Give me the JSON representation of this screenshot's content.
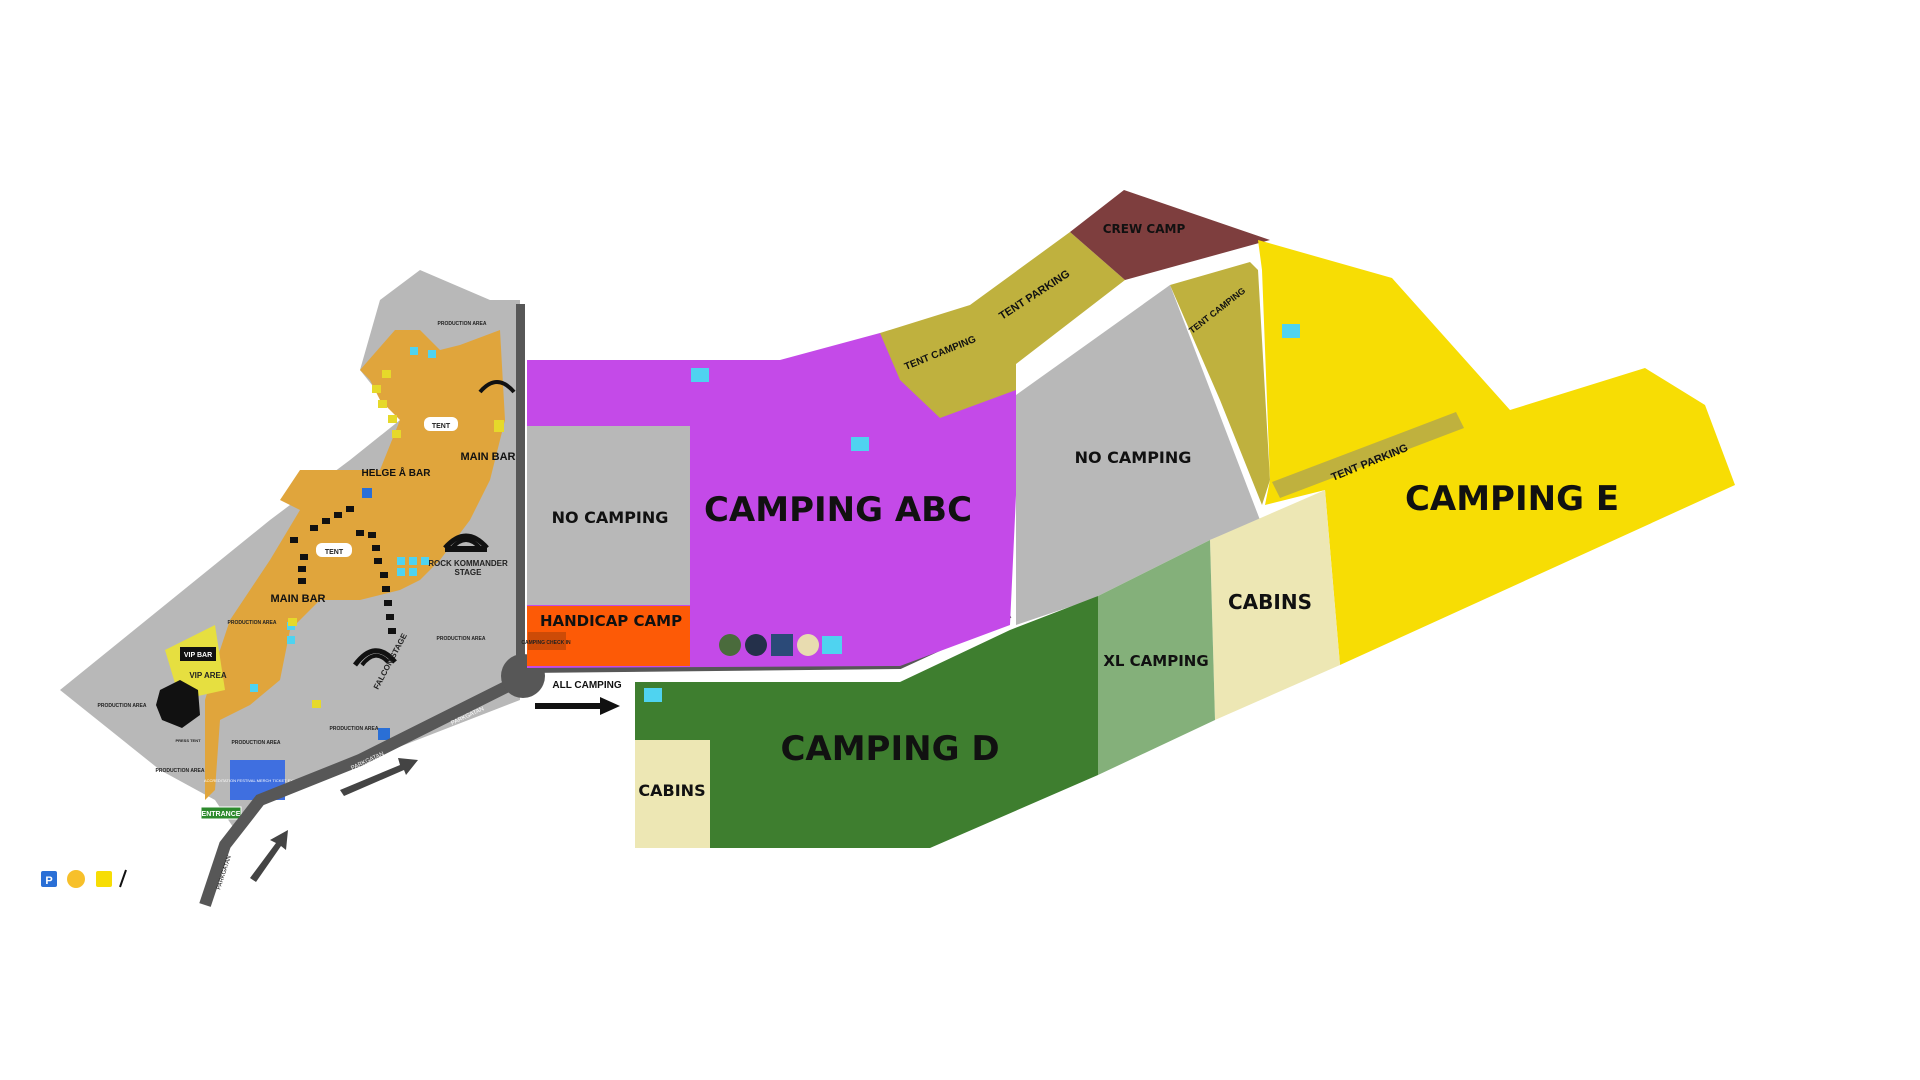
{
  "map": {
    "camping_zones": {
      "camping_abc": "CAMPING ABC",
      "camping_d": "CAMPING D",
      "camping_e": "CAMPING E",
      "xl_camping": "XL CAMPING",
      "cabins": "CABINS",
      "cabins_small": "CABINS",
      "no_camping_west": "NO CAMPING",
      "no_camping_north": "NO CAMPING",
      "handicap_camp": "HANDICAP CAMP",
      "crew_camp": "CREW CAMP",
      "tent_camping_1": "TENT CAMPING",
      "tent_camping_2": "TENT CAMPING",
      "tent_parking_1": "TENT PARKING",
      "tent_parking_2": "TENT PARKING",
      "camping_check_in": "CAMPING CHECK IN",
      "all_camping": "ALL CAMPING"
    },
    "festival_area": {
      "main_bar_1": "MAIN BAR",
      "main_bar_2": "MAIN BAR",
      "helge_a_bar": "HELGE Å BAR",
      "tent_1": "TENT",
      "tent_2": "TENT",
      "vip_bar": "VIP BAR",
      "vip_area": "VIP AREA",
      "rock_kommander_stage_1": "ROCK KOMMANDER",
      "rock_kommander_stage_2": "STAGE",
      "falcon_stage": "FALCON STAGE",
      "production_area": "PRODUCTION AREA",
      "entrance": "ENTRANCE",
      "parkgatan": "PARKGATAN",
      "press_tent": "PRESS TENT",
      "accreditation": "ACCREDITATION FESTIVAL MERCH TICKET EXCHANGE"
    },
    "colors": {
      "camping_abc": "#c44ae8",
      "camping_d": "#3e7e2f",
      "camping_e": "#f7dd04",
      "xl_camping": "#84b07a",
      "cabins": "#ede7b4",
      "no_camping": "#b8b8b8",
      "handicap_camp": "#fd5a06",
      "crew_camp": "#7e3e3e",
      "tent_camping": "#bfb13e",
      "festival": "#e0a53c",
      "road": "#575757"
    }
  }
}
